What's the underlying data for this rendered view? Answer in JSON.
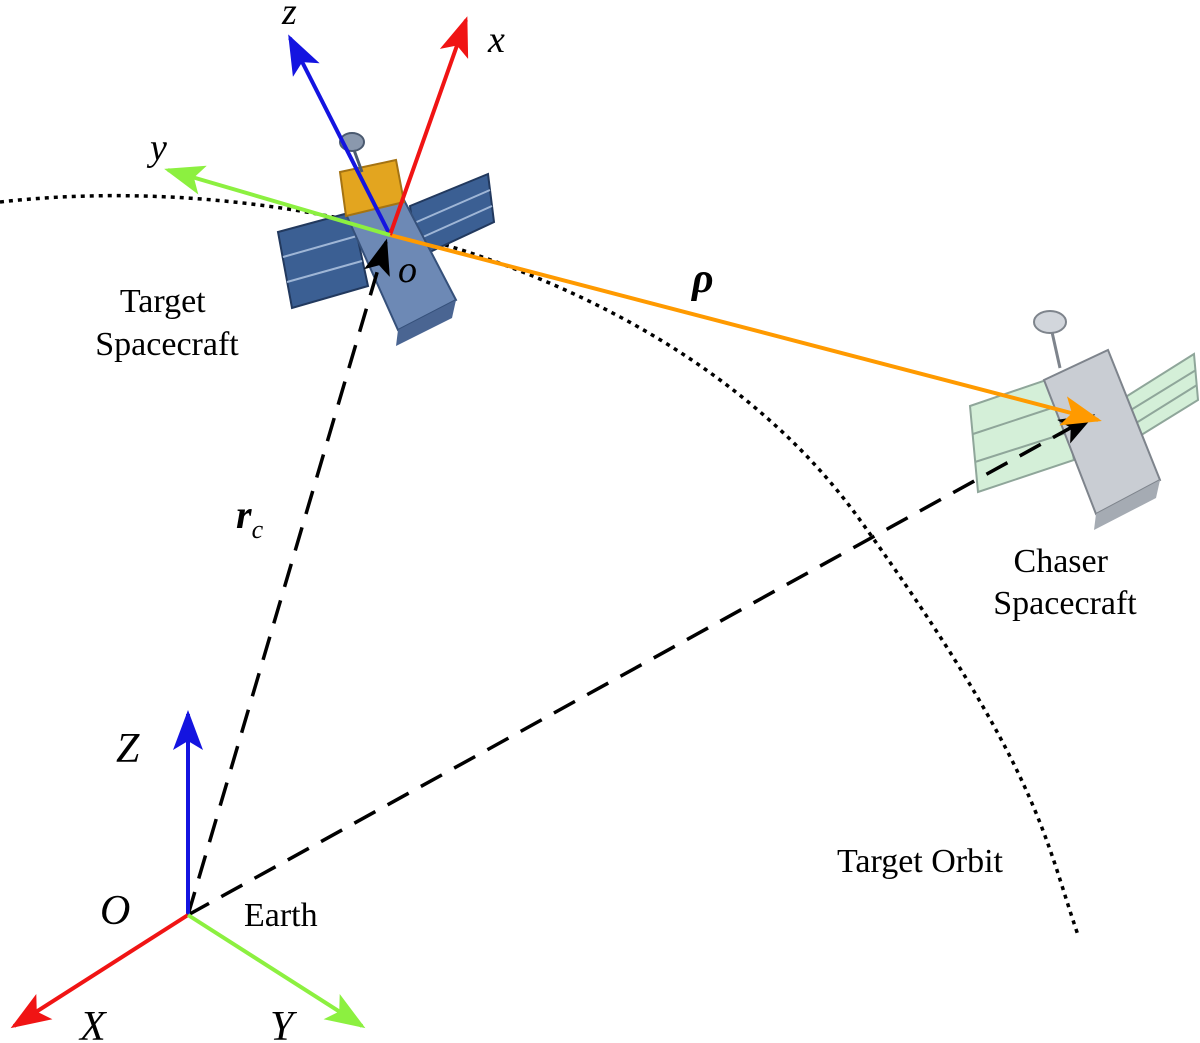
{
  "labels": {
    "target_spacecraft": [
      "Target",
      "Spacecraft"
    ],
    "chaser_spacecraft": [
      "Chaser",
      "Spacecraft"
    ],
    "target_orbit": "Target Orbit",
    "earth": "Earth",
    "origin_inertial": "O",
    "origin_body": "o",
    "rho": "ρ",
    "r_main": "r",
    "r_sub": "c",
    "axes_inertial": {
      "X": "X",
      "Y": "Y",
      "Z": "Z"
    },
    "axes_body": {
      "x": "x",
      "y": "y",
      "z": "z"
    }
  },
  "colors": {
    "x_axis": "#f01414",
    "y_axis": "#8cf040",
    "z_axis": "#1414e0",
    "relative_vector": "#ff9a00",
    "position_vector": "#000000",
    "orbit": "#000000"
  }
}
